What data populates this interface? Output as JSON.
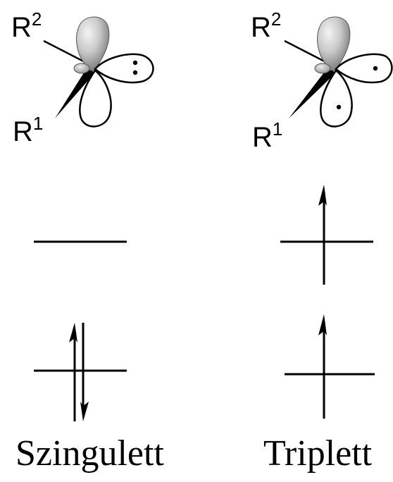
{
  "singlet": {
    "label": "Szingulett",
    "substituent_top": {
      "base": "R",
      "sup": "2"
    },
    "substituent_bottom": {
      "base": "R",
      "sup": "1"
    },
    "p_orbital_electrons": 2,
    "upper_level_electrons": [],
    "lower_level_electrons": [
      "up",
      "down"
    ]
  },
  "triplet": {
    "label": "Triplett",
    "substituent_top": {
      "base": "R",
      "sup": "2"
    },
    "substituent_bottom": {
      "base": "R",
      "sup": "1"
    },
    "p_orbital_electrons": 1,
    "lower_lobe_electrons": 1,
    "upper_level_electrons": [
      "up"
    ],
    "lower_level_electrons": [
      "up"
    ]
  },
  "colors": {
    "line": "#000000",
    "lobe_fill_light": "#f2f2f2",
    "lobe_fill_mid": "#b8b8b8",
    "lobe_fill_dark": "#6f6f6f"
  }
}
